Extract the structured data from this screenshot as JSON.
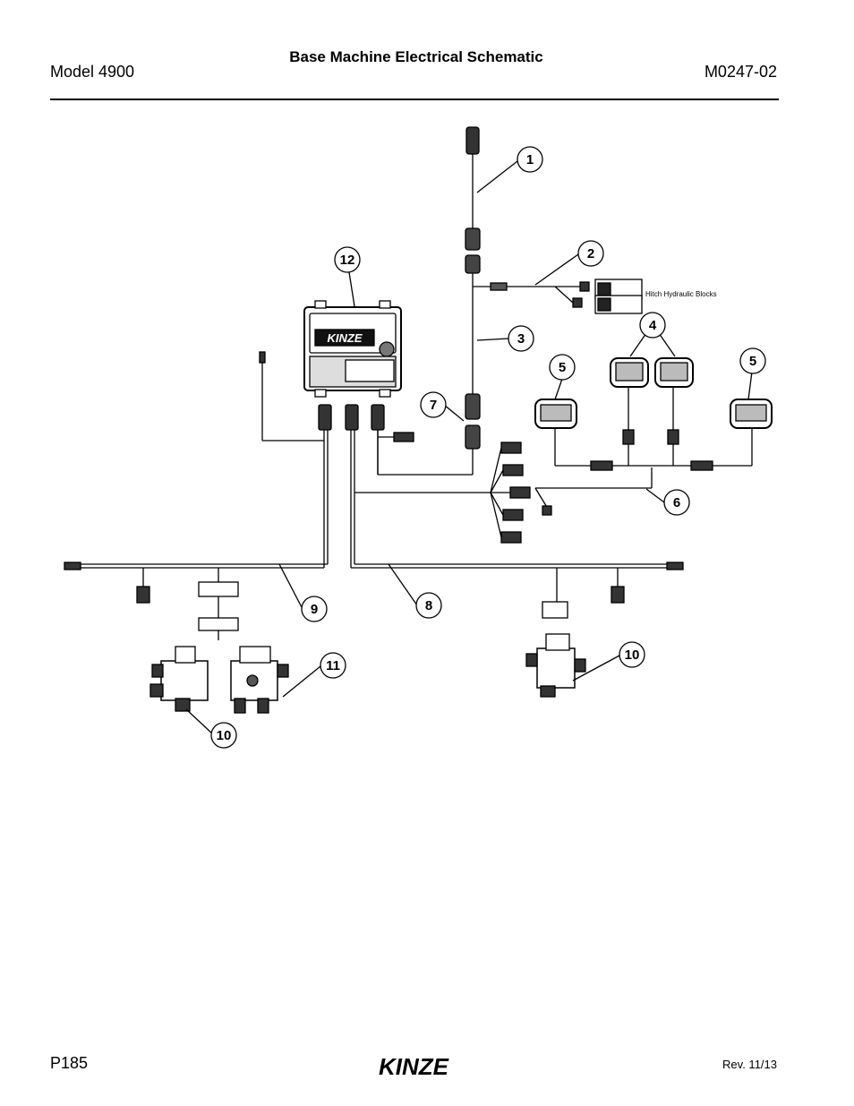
{
  "header": {
    "model": "Model 4900",
    "title": "Base Machine Electrical Schematic",
    "doc_code": "M0247-02"
  },
  "diagram": {
    "callouts": [
      "1",
      "2",
      "3",
      "4",
      "5",
      "5",
      "6",
      "7",
      "8",
      "9",
      "10",
      "10",
      "11",
      "12"
    ],
    "annotations": {
      "hitch_label": "Hitch Hydraulic Blocks"
    },
    "logo_text": "KINZE"
  },
  "footer": {
    "page": "P185",
    "revision": "Rev. 11/13",
    "logo_text": "KINZE"
  }
}
